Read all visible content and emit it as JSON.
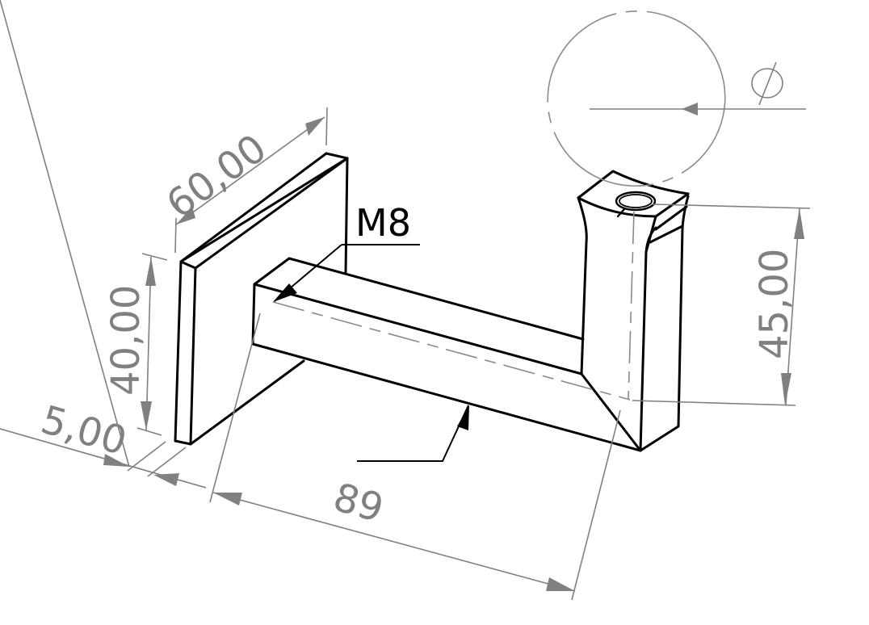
{
  "drawing": {
    "type": "isometric-technical-drawing",
    "subject": "handrail bracket",
    "colors": {
      "part_lines": "#000000",
      "dimension_lines": "#808080",
      "background": "#ffffff"
    }
  },
  "dimensions": {
    "plate_width": "60,00",
    "plate_height": "40,00",
    "plate_thickness": "5,00",
    "arm_length": "89",
    "saddle_height": "45,00",
    "rail_diameter_symbol": "⌀"
  },
  "callouts": {
    "thread": "M8"
  }
}
